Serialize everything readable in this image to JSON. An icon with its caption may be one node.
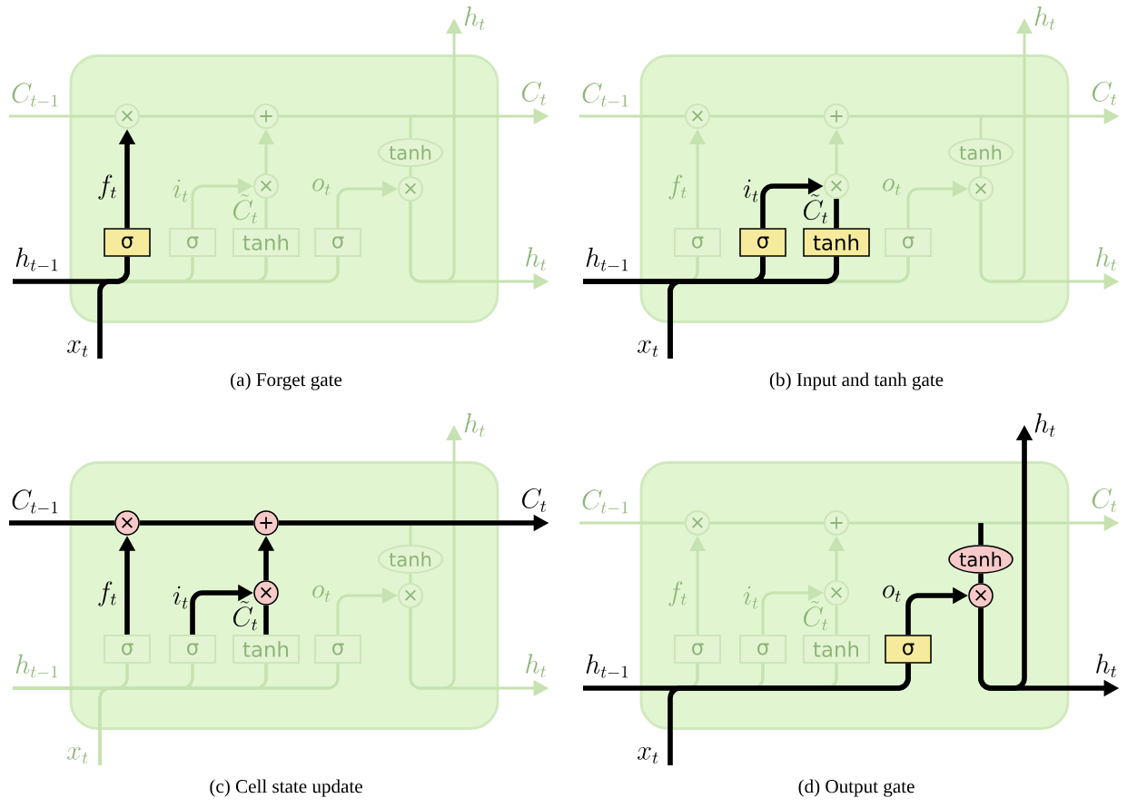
{
  "diagram": {
    "nodes": [
      {
        "text": [],
        "shape": "box"
      },
      {
        "text": [
          "σ"
        ],
        "in": 0
      },
      {
        "text": [
          "σ"
        ],
        "in": 0
      },
      {
        "text": [
          "tanh"
        ],
        "in": 0
      },
      {
        "text": [
          "σ"
        ],
        "in": 0
      },
      {
        "text": [
          "×"
        ],
        "in": 0
      },
      {
        "text": [
          "+"
        ],
        "in": 0
      },
      {
        "text": [
          "×"
        ],
        "in": 0
      },
      {
        "text": [
          "tanh"
        ],
        "in": 0
      },
      {
        "text": [
          "×"
        ],
        "in": 0
      },
      {
        "text": [
          "C_{t-1}"
        ]
      },
      {
        "text": [
          "C_t"
        ]
      },
      {
        "text": [
          "h_t"
        ]
      },
      {
        "text": [
          "h_t"
        ]
      },
      {
        "text": [
          "h_{t-1}"
        ]
      },
      {
        "text": [
          "x_t"
        ]
      },
      {
        "text": [],
        "shape": "box"
      },
      {
        "text": [
          "σ"
        ],
        "in": 16
      },
      {
        "text": [
          "σ"
        ],
        "in": 16
      },
      {
        "text": [
          "tanh"
        ],
        "in": 16
      },
      {
        "text": [
          "σ"
        ],
        "in": 16
      },
      {
        "text": [
          "×"
        ],
        "in": 16
      },
      {
        "text": [
          "+"
        ],
        "in": 16
      },
      {
        "text": [
          "×"
        ],
        "in": 16
      },
      {
        "text": [
          "tanh"
        ],
        "in": 16
      },
      {
        "text": [
          "×"
        ],
        "in": 16
      },
      {
        "text": [
          "C_{t-1}"
        ]
      },
      {
        "text": [
          "C_t"
        ]
      },
      {
        "text": [
          "h_t"
        ]
      },
      {
        "text": [
          "h_t"
        ]
      },
      {
        "text": [
          "h_{t-1}"
        ]
      },
      {
        "text": [
          "x_t"
        ]
      },
      {
        "text": [],
        "shape": "box"
      },
      {
        "text": [
          "σ"
        ],
        "in": 32
      },
      {
        "text": [
          "σ"
        ],
        "in": 32
      },
      {
        "text": [
          "tanh"
        ],
        "in": 32
      },
      {
        "text": [
          "σ"
        ],
        "in": 32
      },
      {
        "text": [
          "×"
        ],
        "in": 32
      },
      {
        "text": [
          "+"
        ],
        "in": 32
      },
      {
        "text": [
          "×"
        ],
        "in": 32
      },
      {
        "text": [
          "tanh"
        ],
        "in": 32
      },
      {
        "text": [
          "×"
        ],
        "in": 32
      },
      {
        "text": [
          "C_{t-1}"
        ]
      },
      {
        "text": [
          "C_t"
        ]
      },
      {
        "text": [
          "h_t"
        ]
      },
      {
        "text": [
          "h_t"
        ]
      },
      {
        "text": [
          "h_{t-1}"
        ]
      },
      {
        "text": [
          "x_t"
        ]
      },
      {
        "text": [],
        "shape": "box"
      },
      {
        "text": [
          "σ"
        ],
        "in": 48
      },
      {
        "text": [
          "σ"
        ],
        "in": 48
      },
      {
        "text": [
          "tanh"
        ],
        "in": 48
      },
      {
        "text": [
          "σ"
        ],
        "in": 48
      },
      {
        "text": [
          "×"
        ],
        "in": 48
      },
      {
        "text": [
          "+"
        ],
        "in": 48
      },
      {
        "text": [
          "×"
        ],
        "in": 48
      },
      {
        "text": [
          "tanh"
        ],
        "in": 48
      },
      {
        "text": [
          "×"
        ],
        "in": 48
      },
      {
        "text": [
          "C_{t-1}"
        ]
      },
      {
        "text": [
          "C_t"
        ]
      },
      {
        "text": [
          "h_t"
        ]
      },
      {
        "text": [
          "h_t"
        ]
      },
      {
        "text": [
          "h_{t-1}"
        ]
      },
      {
        "text": [
          "x_t"
        ]
      }
    ],
    "edges": [
      {
        "from": 10,
        "to": 5,
        "arrow": "none"
      },
      {
        "from": 5,
        "to": 6,
        "arrow": "none"
      },
      {
        "from": 6,
        "to": 11,
        "arrow": "to"
      },
      {
        "from": null,
        "to": 8,
        "arrow": "none"
      },
      {
        "from": 8,
        "to": 9,
        "arrow": "none"
      },
      {
        "from": 9,
        "to": 13,
        "arrow": "to"
      },
      {
        "from": 9,
        "to": 12,
        "arrow": "to"
      },
      {
        "from": 14,
        "to": 1,
        "arrow": "none",
        "style": "thick",
        "color": "#000000"
      },
      {
        "from": 14,
        "to": 2,
        "arrow": "none"
      },
      {
        "from": 14,
        "to": 3,
        "arrow": "none"
      },
      {
        "from": 14,
        "to": 4,
        "arrow": "none"
      },
      {
        "from": 15,
        "to": 1,
        "arrow": "none",
        "style": "thick",
        "color": "#000000"
      },
      {
        "from": 15,
        "to": 2,
        "arrow": "none"
      },
      {
        "from": 15,
        "to": 3,
        "arrow": "none"
      },
      {
        "from": 15,
        "to": 4,
        "arrow": "none"
      },
      {
        "from": 1,
        "to": 5,
        "arrow": "to",
        "label": "f_t",
        "style": "thick",
        "color": "#000000"
      },
      {
        "from": 2,
        "to": 7,
        "arrow": "to",
        "label": "i_t"
      },
      {
        "from": 3,
        "to": 7,
        "arrow": "none",
        "label": "\\tilde{C}_t"
      },
      {
        "from": 4,
        "to": 9,
        "arrow": "to",
        "label": "o_t"
      },
      {
        "from": 7,
        "to": 6,
        "arrow": "to"
      },
      {
        "from": 26,
        "to": 21,
        "arrow": "none"
      },
      {
        "from": 21,
        "to": 22,
        "arrow": "none"
      },
      {
        "from": 22,
        "to": 27,
        "arrow": "to"
      },
      {
        "from": null,
        "to": 24,
        "arrow": "none"
      },
      {
        "from": 24,
        "to": 25,
        "arrow": "none"
      },
      {
        "from": 25,
        "to": 29,
        "arrow": "to"
      },
      {
        "from": 25,
        "to": 28,
        "arrow": "to"
      },
      {
        "from": 30,
        "to": 17,
        "arrow": "none"
      },
      {
        "from": 30,
        "to": 18,
        "arrow": "none",
        "style": "thick",
        "color": "#000000"
      },
      {
        "from": 30,
        "to": 19,
        "arrow": "none",
        "style": "thick",
        "color": "#000000"
      },
      {
        "from": 30,
        "to": 20,
        "arrow": "none"
      },
      {
        "from": 31,
        "to": 17,
        "arrow": "none"
      },
      {
        "from": 31,
        "to": 18,
        "arrow": "none",
        "style": "thick",
        "color": "#000000"
      },
      {
        "from": 31,
        "to": 19,
        "arrow": "none",
        "style": "thick",
        "color": "#000000"
      },
      {
        "from": 31,
        "to": 20,
        "arrow": "none"
      },
      {
        "from": 17,
        "to": 21,
        "arrow": "to",
        "label": "f_t"
      },
      {
        "from": 18,
        "to": 23,
        "arrow": "to",
        "label": "i_t",
        "style": "thick",
        "color": "#000000"
      },
      {
        "from": 19,
        "to": 23,
        "arrow": "none",
        "label": "\\tilde{C}_t",
        "style": "thick",
        "color": "#000000"
      },
      {
        "from": 20,
        "to": 25,
        "arrow": "to",
        "label": "o_t"
      },
      {
        "from": 23,
        "to": 22,
        "arrow": "to"
      },
      {
        "from": 42,
        "to": 37,
        "arrow": "none",
        "style": "thick",
        "color": "#000000"
      },
      {
        "from": 37,
        "to": 38,
        "arrow": "none",
        "style": "thick",
        "color": "#000000"
      },
      {
        "from": 38,
        "to": 43,
        "arrow": "to",
        "style": "thick",
        "color": "#000000"
      },
      {
        "from": null,
        "to": 40,
        "arrow": "none"
      },
      {
        "from": 40,
        "to": 41,
        "arrow": "none"
      },
      {
        "from": 41,
        "to": 45,
        "arrow": "to"
      },
      {
        "from": 41,
        "to": 44,
        "arrow": "to"
      },
      {
        "from": 46,
        "to": 33,
        "arrow": "none"
      },
      {
        "from": 46,
        "to": 34,
        "arrow": "none"
      },
      {
        "from": 46,
        "to": 35,
        "arrow": "none"
      },
      {
        "from": 46,
        "to": 36,
        "arrow": "none"
      },
      {
        "from": 47,
        "to": 33,
        "arrow": "none"
      },
      {
        "from": 47,
        "to": 34,
        "arrow": "none"
      },
      {
        "from": 47,
        "to": 35,
        "arrow": "none"
      },
      {
        "from": 47,
        "to": 36,
        "arrow": "none"
      },
      {
        "from": 33,
        "to": 37,
        "arrow": "to",
        "label": "f_t",
        "style": "thick",
        "color": "#000000"
      },
      {
        "from": 34,
        "to": 39,
        "arrow": "to",
        "label": "i_t",
        "style": "thick",
        "color": "#000000"
      },
      {
        "from": 35,
        "to": 39,
        "arrow": "none",
        "label": "\\tilde{C}_t",
        "style": "thick",
        "color": "#000000"
      },
      {
        "from": 36,
        "to": 41,
        "arrow": "to",
        "label": "o_t"
      },
      {
        "from": 39,
        "to": 38,
        "arrow": "to",
        "style": "thick",
        "color": "#000000"
      },
      {
        "from": 58,
        "to": 53,
        "arrow": "none"
      },
      {
        "from": 53,
        "to": 54,
        "arrow": "none"
      },
      {
        "from": 54,
        "to": 59,
        "arrow": "to"
      },
      {
        "from": null,
        "to": 56,
        "arrow": "none",
        "style": "thick",
        "color": "#000000"
      },
      {
        "from": 56,
        "to": 57,
        "arrow": "none",
        "style": "thick",
        "color": "#000000"
      },
      {
        "from": 57,
        "to": 61,
        "arrow": "to",
        "style": "thick",
        "color": "#000000"
      },
      {
        "from": 57,
        "to": 60,
        "arrow": "to",
        "style": "thick",
        "color": "#000000"
      },
      {
        "from": 62,
        "to": 49,
        "arrow": "none"
      },
      {
        "from": 62,
        "to": 50,
        "arrow": "none"
      },
      {
        "from": 62,
        "to": 51,
        "arrow": "none"
      },
      {
        "from": 62,
        "to": 52,
        "arrow": "none",
        "style": "thick",
        "color": "#000000"
      },
      {
        "from": 63,
        "to": 49,
        "arrow": "none"
      },
      {
        "from": 63,
        "to": 50,
        "arrow": "none"
      },
      {
        "from": 63,
        "to": 51,
        "arrow": "none"
      },
      {
        "from": 63,
        "to": 52,
        "arrow": "none",
        "style": "thick",
        "color": "#000000"
      },
      {
        "from": 49,
        "to": 53,
        "arrow": "to",
        "label": "f_t"
      },
      {
        "from": 50,
        "to": 55,
        "arrow": "to",
        "label": "i_t"
      },
      {
        "from": 51,
        "to": 55,
        "arrow": "none",
        "label": "\\tilde{C}_t"
      },
      {
        "from": 52,
        "to": 57,
        "arrow": "to",
        "label": "o_t",
        "style": "thick",
        "color": "#000000"
      },
      {
        "from": 55,
        "to": 54,
        "arrow": "to"
      }
    ],
    "labels": [
      "(a) Forget gate",
      "(b) Input and tanh gate",
      "(c) Cell state update",
      "(d) Output gate"
    ]
  }
}
